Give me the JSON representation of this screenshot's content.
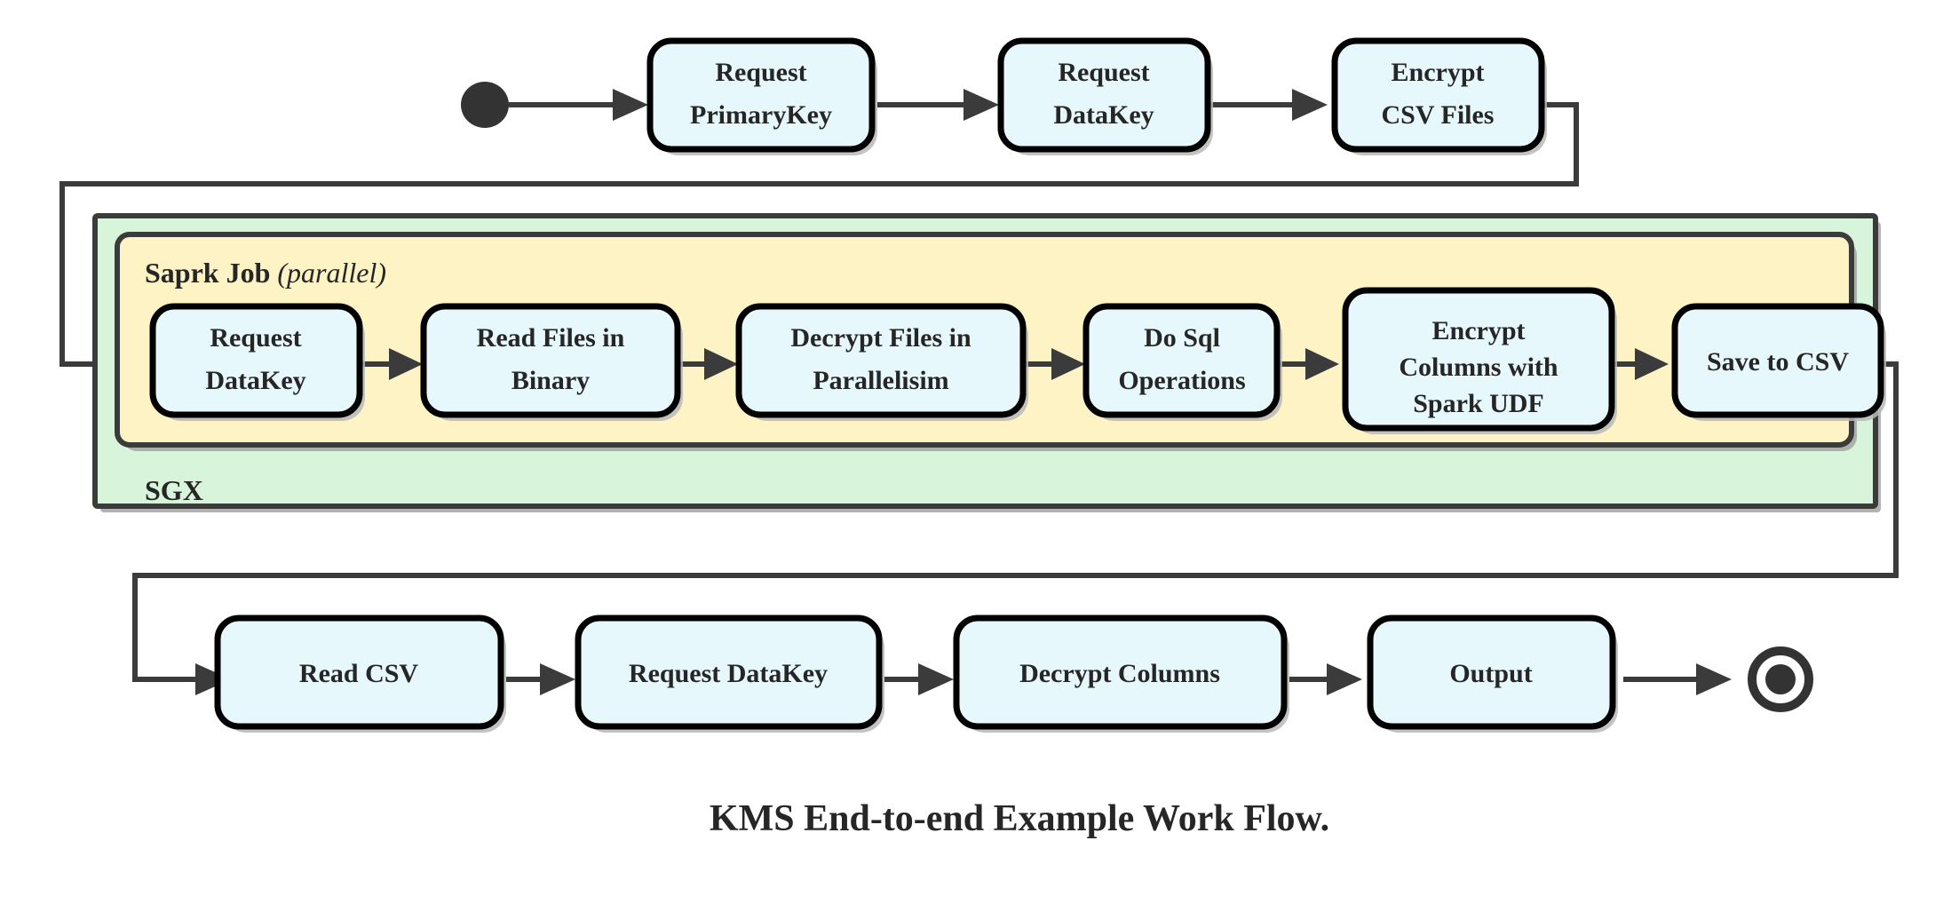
{
  "diagram": {
    "caption": "KMS End-to-end Example Work Flow.",
    "colors": {
      "node_fill": "#e7f8fc",
      "node_stroke": "#000000",
      "sgx_fill": "#d8f5dc",
      "spark_fill": "#fdf3c4",
      "edge": "#3b3b3b",
      "text": "#262626",
      "start_node": "#333333"
    },
    "containers": [
      {
        "id": "sgx",
        "label": "SGX",
        "label_position": "bottom-left",
        "fill": "#d8f5dc"
      },
      {
        "id": "spark-job",
        "label_main": "Saprk Job",
        "label_italic": "(parallel)",
        "label_position": "top-left",
        "fill": "#fdf3c4"
      }
    ],
    "start_node": {
      "type": "initial-state",
      "label": "start"
    },
    "end_node": {
      "type": "final-state",
      "label": "end"
    },
    "rows": {
      "top": [
        {
          "id": "request-primarykey",
          "lines": [
            "Request",
            "PrimaryKey"
          ]
        },
        {
          "id": "request-datakey-top",
          "lines": [
            "Request",
            "DataKey"
          ]
        },
        {
          "id": "encrypt-csv-files",
          "lines": [
            "Encrypt",
            "CSV Files"
          ]
        }
      ],
      "spark": [
        {
          "id": "request-datakey-spark",
          "lines": [
            "Request",
            "DataKey"
          ]
        },
        {
          "id": "read-files-in-binary",
          "lines": [
            "Read Files in",
            "Binary"
          ]
        },
        {
          "id": "decrypt-files-in-parallelisim",
          "lines": [
            "Decrypt Files in",
            "Parallelisim"
          ]
        },
        {
          "id": "do-sql-operations",
          "lines": [
            "Do Sql",
            "Operations"
          ]
        },
        {
          "id": "encrypt-columns-with-spark-udf",
          "lines": [
            "Encrypt",
            "Columns with",
            "Spark UDF"
          ]
        },
        {
          "id": "save-to-csv",
          "lines": [
            "Save to CSV"
          ]
        }
      ],
      "bottom": [
        {
          "id": "read-csv",
          "lines": [
            "Read CSV"
          ]
        },
        {
          "id": "request-datakey-bottom",
          "lines": [
            "Request DataKey"
          ]
        },
        {
          "id": "decrypt-columns",
          "lines": [
            "Decrypt Columns"
          ]
        },
        {
          "id": "output",
          "lines": [
            "Output"
          ]
        }
      ]
    }
  }
}
